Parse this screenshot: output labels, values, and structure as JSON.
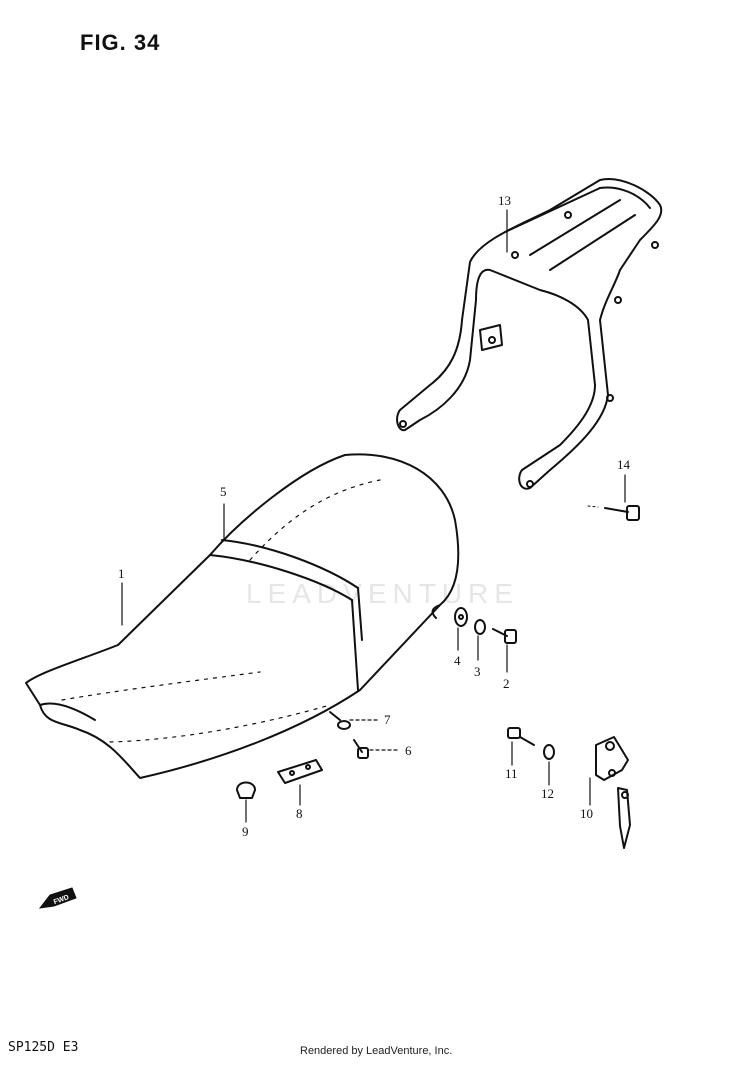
{
  "figure": {
    "title": "FIG. 34",
    "model_code": "SP125D E3",
    "credit": "Rendered by LeadVenture, Inc.",
    "watermark": "LEADVENTURE",
    "fwd_label": "FWD"
  },
  "callouts": {
    "c1": "1",
    "c2": "2",
    "c3": "3",
    "c4": "4",
    "c5": "5",
    "c6": "6",
    "c7": "7",
    "c8": "8",
    "c9": "9",
    "c10": "10",
    "c11": "11",
    "c12": "12",
    "c13": "13",
    "c14": "14"
  },
  "colors": {
    "line": "#111111",
    "watermark": "#e6e6e6"
  }
}
